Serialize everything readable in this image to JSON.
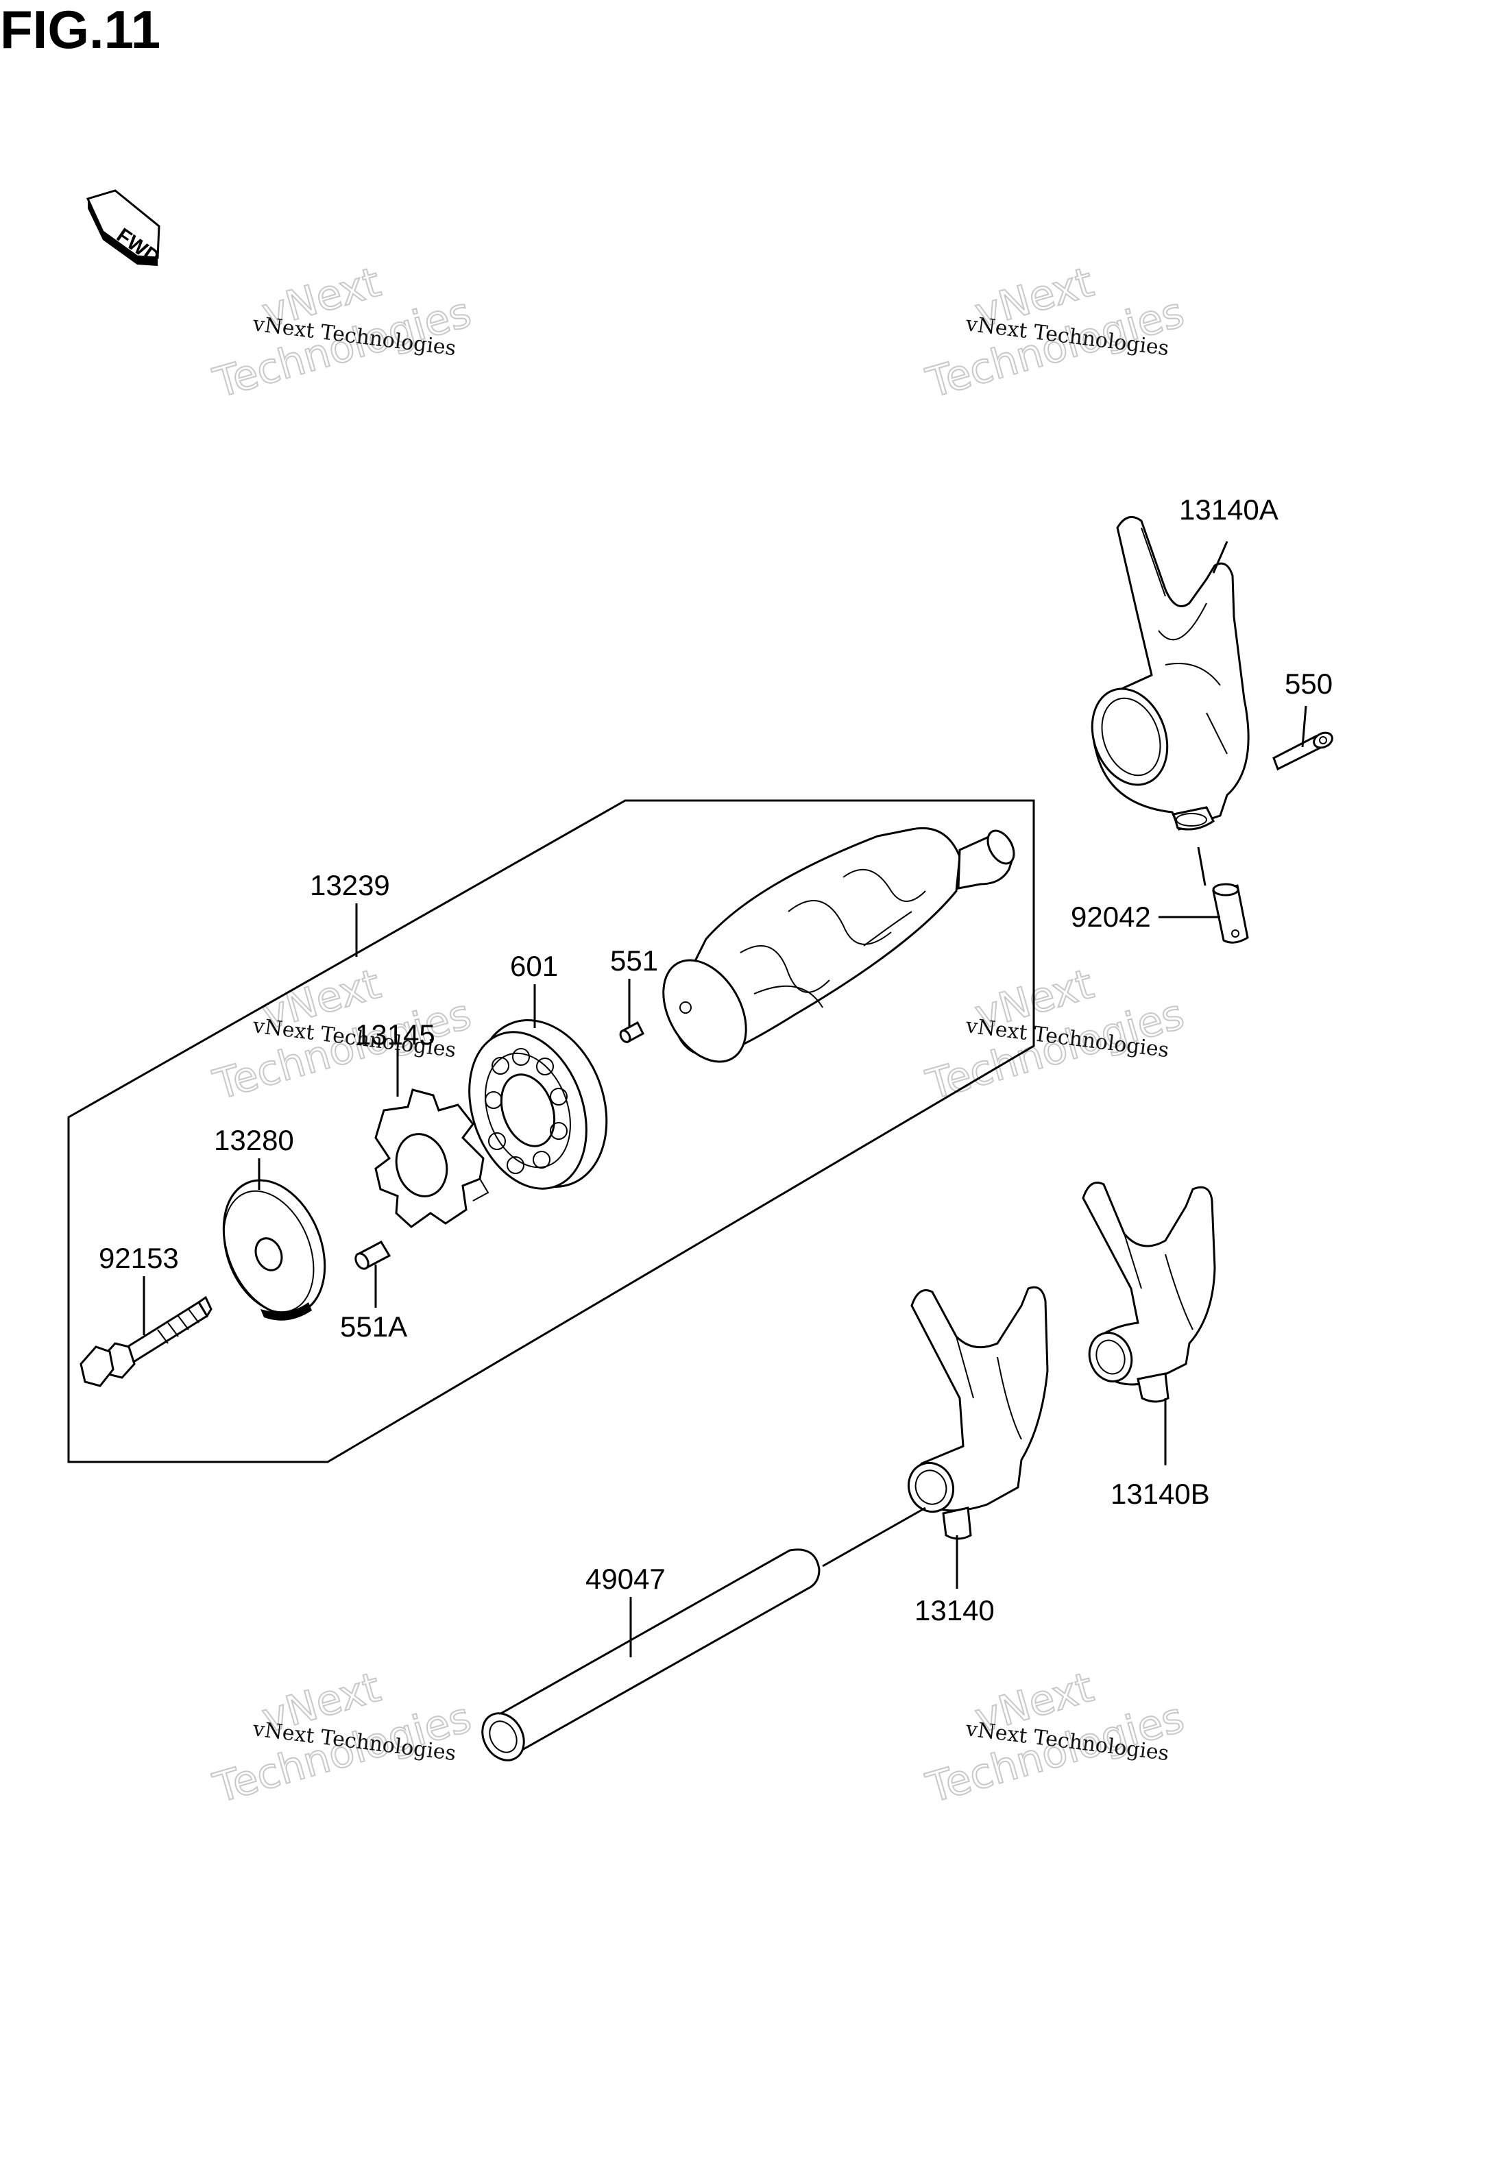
{
  "figure": {
    "title": "FIG.11"
  },
  "fwd_badge": {
    "text": "FWD"
  },
  "watermark": {
    "small": "vNext Technologies",
    "big_line1": "vNext",
    "big_line2": "Technologies"
  },
  "labels": {
    "p13140A": "13140A",
    "p550": "550",
    "p92042": "92042",
    "p13239": "13239",
    "p601": "601",
    "p551": "551",
    "p13145": "13145",
    "p13280": "13280",
    "p92153": "92153",
    "p551A": "551A",
    "p13140B": "13140B",
    "p49047": "49047",
    "p13140": "13140"
  }
}
